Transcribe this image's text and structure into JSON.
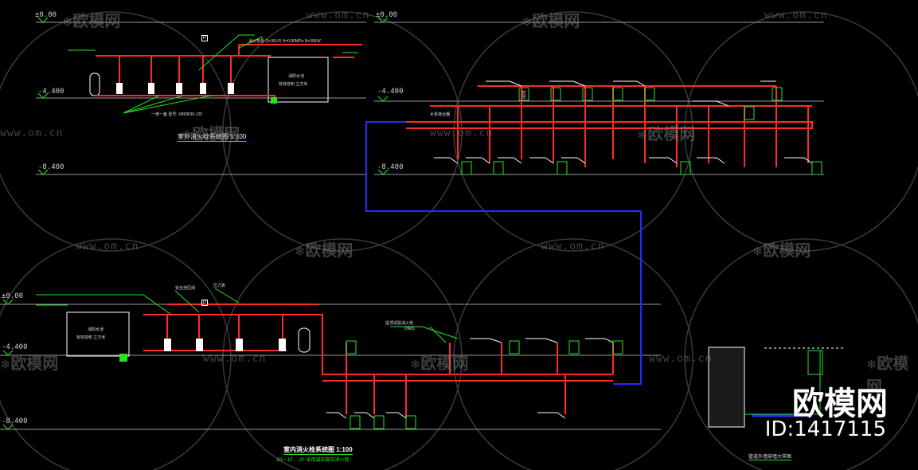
{
  "levels": {
    "top": "±0.00",
    "mid": "-4.400",
    "low": "-8.400"
  },
  "titles": {
    "outdoor": "室外消火栓系统图 1:100",
    "indoor": "室内消火栓系统图 1:100",
    "indoor_note": "B1~-1F、-2F 采用减压稳压消火栓",
    "detail": "管道外墙穿墙大样图"
  },
  "labels": {
    "tank_top": "消防水池",
    "tank_note": "有效容积 立方米",
    "tank_left": "消防水池",
    "tank_left_note": "有效容积 立方米",
    "pump_spec_top": "消火栓泵 Q=30L/S  H=0.80MPa  N=30KW",
    "pump_spec_low": "一用一备  型号: XBD8/30-125",
    "relief": "安全泄压阀",
    "pressure_gauge": "压力表",
    "hydrant_spec": "屋顶试验消火栓",
    "hydrant_dn": "DN65",
    "pipe_note": "水泵接合器",
    "box_label": "1100",
    "p_tag": "P"
  },
  "watermarks": {
    "url": "www.om.cn",
    "site": "欧模网"
  },
  "brand": {
    "name": "欧模网",
    "id": "ID:1417115"
  },
  "colors": {
    "background": "#000000",
    "pipe": "#ff2a2a",
    "leader": "#22e622",
    "connector": "#2a2aff",
    "line": "#ffffff",
    "level": "#cfcfcf"
  }
}
